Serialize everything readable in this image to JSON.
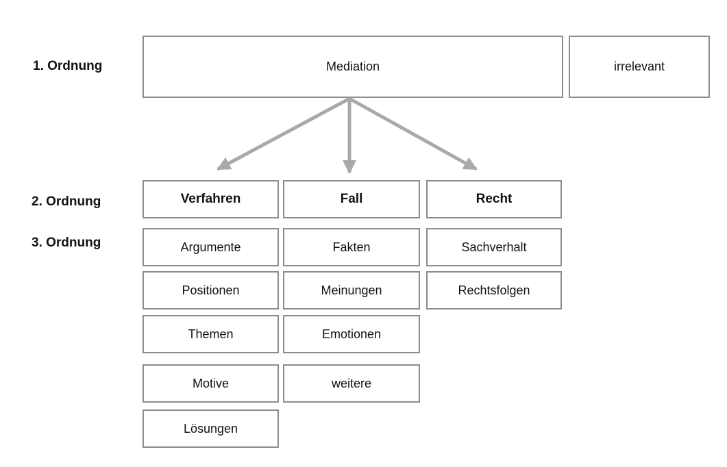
{
  "diagram": {
    "row_labels": {
      "level1": "1. Ordnung",
      "level2": "2. Ordnung",
      "level3": "3. Ordnung"
    },
    "level1": {
      "root": "Mediation",
      "aside": "irrelevant"
    },
    "level2": {
      "verfahren": "Verfahren",
      "fall": "Fall",
      "recht": "Recht"
    },
    "level3": {
      "verfahren": [
        "Argumente",
        "Positionen",
        "Themen",
        "Motive",
        "Lösungen"
      ],
      "fall": [
        "Fakten",
        "Meinungen",
        "Emotionen",
        "weitere"
      ],
      "recht": [
        "Sachverhalt",
        "Rechtsfolgen"
      ]
    },
    "colors": {
      "box_border": "#8c8c8c",
      "arrow": "#a9a9a9",
      "text": "#111111",
      "background": "#ffffff"
    }
  }
}
